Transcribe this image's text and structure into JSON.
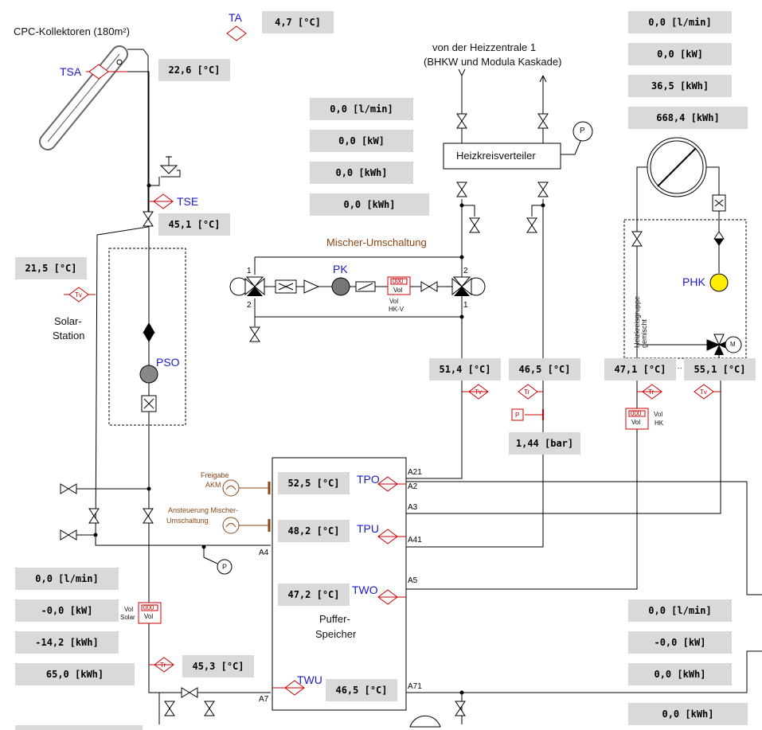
{
  "colors": {
    "pipe": "#000000",
    "sensor": "#cc0000",
    "value_bg": "#d9d9d9",
    "label_blue": "#1a1acc",
    "label_brown": "#8b4513",
    "pump_on": "#ffee00",
    "pump_off": "#888888"
  },
  "titles": {
    "collectors": "CPC-Kollektoren (180m²)",
    "supply_line1": "von der Heizzentrale 1",
    "supply_line2": "(BHKW und Modula Kaskade)",
    "distributor": "Heizkreisverteiler",
    "mixer_switch": "Mischer-Umschaltung",
    "solar_station1": "Solar-",
    "solar_station2": "Station",
    "storage1": "Puffer-",
    "storage2": "Speicher",
    "heating_group": "Heizkreisgruppe gemischt",
    "release_akm1": "Freigabe",
    "release_akm2": "AKM",
    "mixer_control1": "Ansteuerung Mischer-",
    "mixer_control2": "Umschaltung"
  },
  "sensors": {
    "TA": "TA",
    "TSA": "TSA",
    "TSE": "TSE",
    "PSO": "PSO",
    "PK": "PK",
    "PHK": "PHK",
    "TPO": "TPO",
    "TPU": "TPU",
    "TWO": "TWO",
    "TWU": "TWU"
  },
  "symbols": {
    "tv": "Tv",
    "tr": "Tr",
    "p": "P",
    "m": "M",
    "vol": "Vol",
    "vol_meter": "000",
    "vol_hkv": "HK-V",
    "vol_hk": "HK",
    "vol_solar_1": "Vol",
    "vol_solar_2": "Solar",
    "dots": "···"
  },
  "ports": {
    "a21": "A21",
    "a2": "A2",
    "a3": "A3",
    "a41": "A41",
    "a4": "A4",
    "a5": "A5",
    "a7": "A7",
    "a71": "A71",
    "v1": "1",
    "v2": "2",
    "v1r": "1",
    "v2r": "2"
  },
  "values": {
    "ta": "4,7 [°C]",
    "tsa": "22,6 [°C]",
    "tse": "45,1 [°C]",
    "tv_solar": "21,5 [°C]",
    "hk_flow": "0,0 [l/min]",
    "hk_power": "0,0 [kW]",
    "hk_energy": "0,0 [kWh]",
    "hk_energy2": "0,0 [kWh]",
    "top_flow": "0,0 [l/min]",
    "top_power": "0,0 [kW]",
    "top_energy": "36,5 [kWh]",
    "top_energy_total": "668,4 [kWh]",
    "t_vl_mixer": "51,4 [°C]",
    "t_rl_mixer": "46,5 [°C]",
    "pressure": "1,44 [bar]",
    "t_rl_hk": "47,1 [°C]",
    "t_vl_hk": "55,1 [°C]",
    "tpo": "52,5 [°C]",
    "tpu": "48,2 [°C]",
    "two": "47,2 [°C]",
    "twu": "46,5 [°C]",
    "t_rl_solar": "45,3 [°C]",
    "solar_flow": "0,0 [l/min]",
    "solar_power": "-0,0 [kW]",
    "solar_energy": "-14,2 [kWh]",
    "solar_energy_total": "65,0 [kWh]",
    "bottom_flow": "0,0 [l/min]",
    "bottom_power": "-0,0 [kW]",
    "bottom_energy": "0,0 [kWh]",
    "bottom_energy_total": "0,0 [kWh]"
  }
}
